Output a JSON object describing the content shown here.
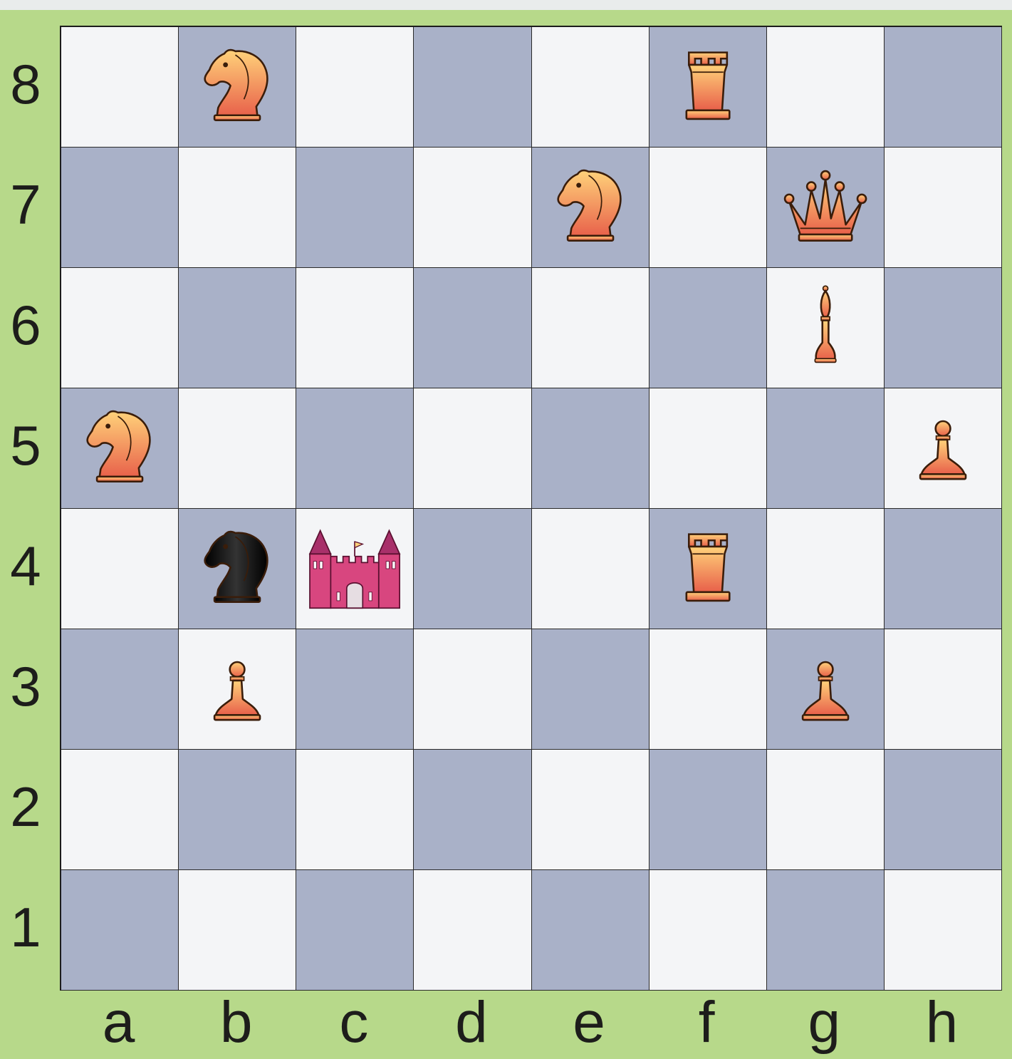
{
  "colors": {
    "frame": "#b7d98a",
    "light_square": "#f4f5f7",
    "dark_square": "#a9b1c8",
    "piece_fill": "#f2a050",
    "black_piece": "#111111",
    "castle": "#d8467f"
  },
  "board": {
    "ranks": [
      "8",
      "7",
      "6",
      "5",
      "4",
      "3",
      "2",
      "1"
    ],
    "files": [
      "a",
      "b",
      "c",
      "d",
      "e",
      "f",
      "g",
      "h"
    ],
    "pieces": [
      {
        "square": "b8",
        "type": "knight",
        "color": "orange",
        "icon": "knight-icon"
      },
      {
        "square": "f8",
        "type": "rook",
        "color": "orange",
        "icon": "rook-icon"
      },
      {
        "square": "e7",
        "type": "knight",
        "color": "orange",
        "icon": "knight-icon"
      },
      {
        "square": "g7",
        "type": "queen",
        "color": "orange",
        "icon": "queen-icon"
      },
      {
        "square": "g6",
        "type": "bishop",
        "color": "orange",
        "icon": "bishop-icon"
      },
      {
        "square": "a5",
        "type": "knight",
        "color": "orange",
        "icon": "knight-icon"
      },
      {
        "square": "h5",
        "type": "pawn",
        "color": "orange",
        "icon": "pawn-icon"
      },
      {
        "square": "b4",
        "type": "knight",
        "color": "black",
        "icon": "knight-icon"
      },
      {
        "square": "c4",
        "type": "castle",
        "color": "pink",
        "icon": "castle-icon"
      },
      {
        "square": "f4",
        "type": "rook",
        "color": "orange",
        "icon": "rook-icon"
      },
      {
        "square": "b3",
        "type": "pawn",
        "color": "orange",
        "icon": "pawn-icon"
      },
      {
        "square": "g3",
        "type": "pawn",
        "color": "orange",
        "icon": "pawn-icon"
      }
    ]
  }
}
